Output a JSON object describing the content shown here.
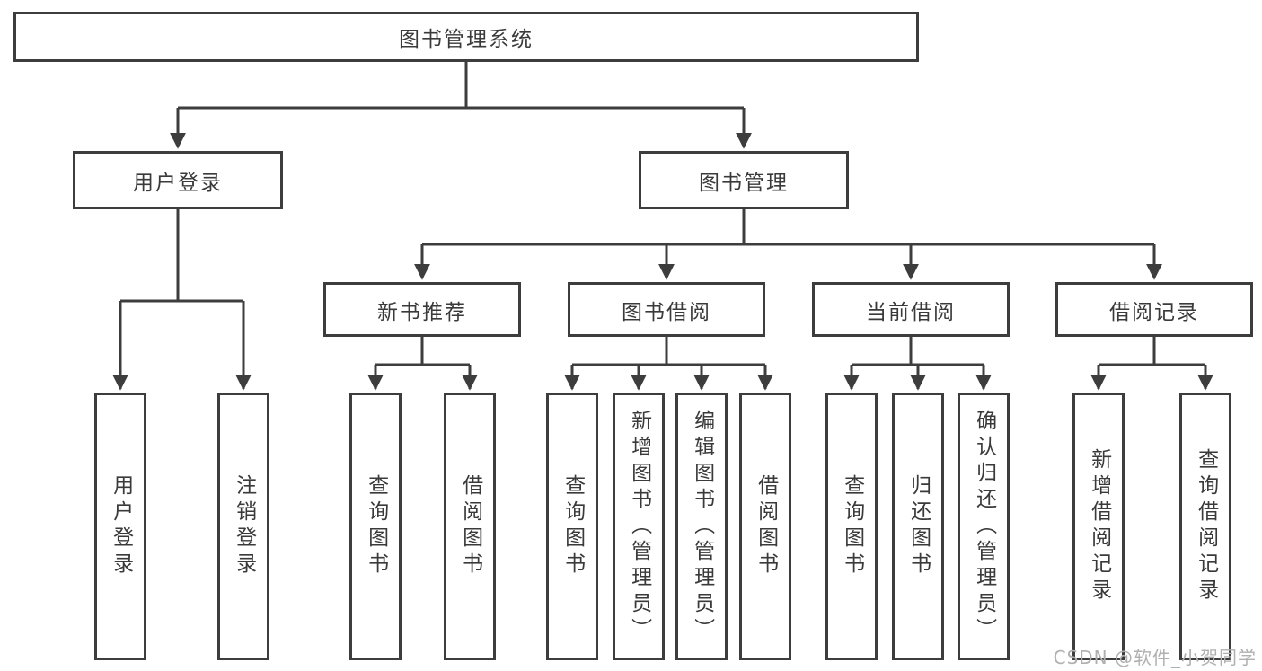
{
  "diagram": {
    "title": "图书管理系统",
    "watermark": "CSDN @软件_小贺同学",
    "colors": {
      "line": "#3d3d3d",
      "text": "#3a3a3a",
      "background": "#ffffff",
      "watermark": "#b0b0b0"
    },
    "tree": {
      "label": "图书管理系统",
      "children": [
        {
          "label": "用户登录",
          "children": [
            {
              "label": "用户登录"
            },
            {
              "label": "注销登录"
            }
          ]
        },
        {
          "label": "图书管理",
          "children": [
            {
              "label": "新书推荐",
              "children": [
                {
                  "label": "查询图书"
                },
                {
                  "label": "借阅图书"
                }
              ]
            },
            {
              "label": "图书借阅",
              "children": [
                {
                  "label": "查询图书"
                },
                {
                  "label": "新增图书（管理员）"
                },
                {
                  "label": "编辑图书（管理员）"
                },
                {
                  "label": "借阅图书"
                }
              ]
            },
            {
              "label": "当前借阅",
              "children": [
                {
                  "label": "查询图书"
                },
                {
                  "label": "归还图书"
                },
                {
                  "label": "确认归还（管理员）"
                }
              ]
            },
            {
              "label": "借阅记录",
              "children": [
                {
                  "label": "新增借阅记录"
                },
                {
                  "label": "查询借阅记录"
                }
              ]
            }
          ]
        }
      ]
    }
  }
}
